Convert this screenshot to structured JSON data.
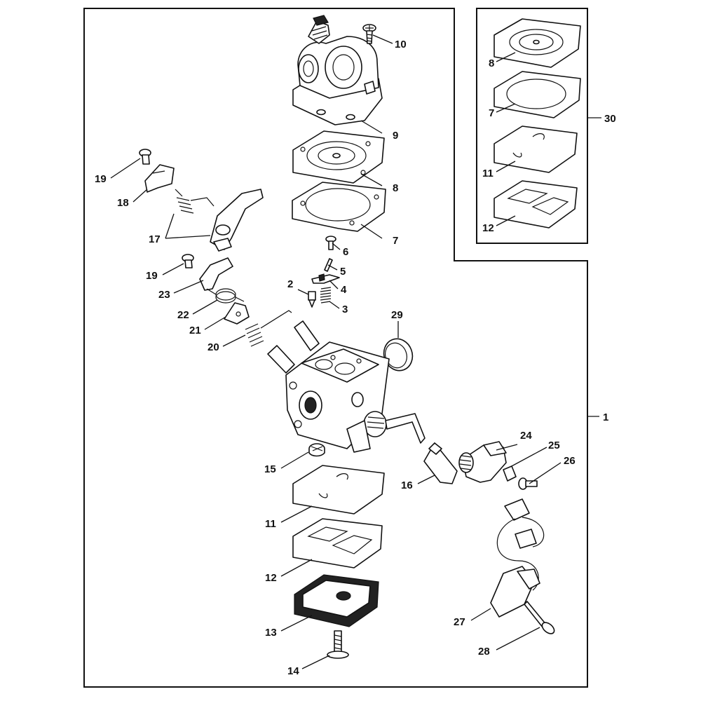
{
  "diagram": {
    "callouts": {
      "c1": "1",
      "c2": "2",
      "c3": "3",
      "c4": "4",
      "c5": "5",
      "c6": "6",
      "c7a": "7",
      "c7b": "7",
      "c8a": "8",
      "c8b": "8",
      "c9": "9",
      "c10": "10",
      "c11a": "11",
      "c11b": "11",
      "c12a": "12",
      "c12b": "12",
      "c13": "13",
      "c14": "14",
      "c15": "15",
      "c16": "16",
      "c17": "17",
      "c18": "18",
      "c19a": "19",
      "c19b": "19",
      "c20": "20",
      "c21": "21",
      "c22": "22",
      "c23": "23",
      "c24": "24",
      "c25": "25",
      "c26": "26",
      "c27": "27",
      "c28": "28",
      "c29": "29",
      "c30": "30"
    }
  }
}
